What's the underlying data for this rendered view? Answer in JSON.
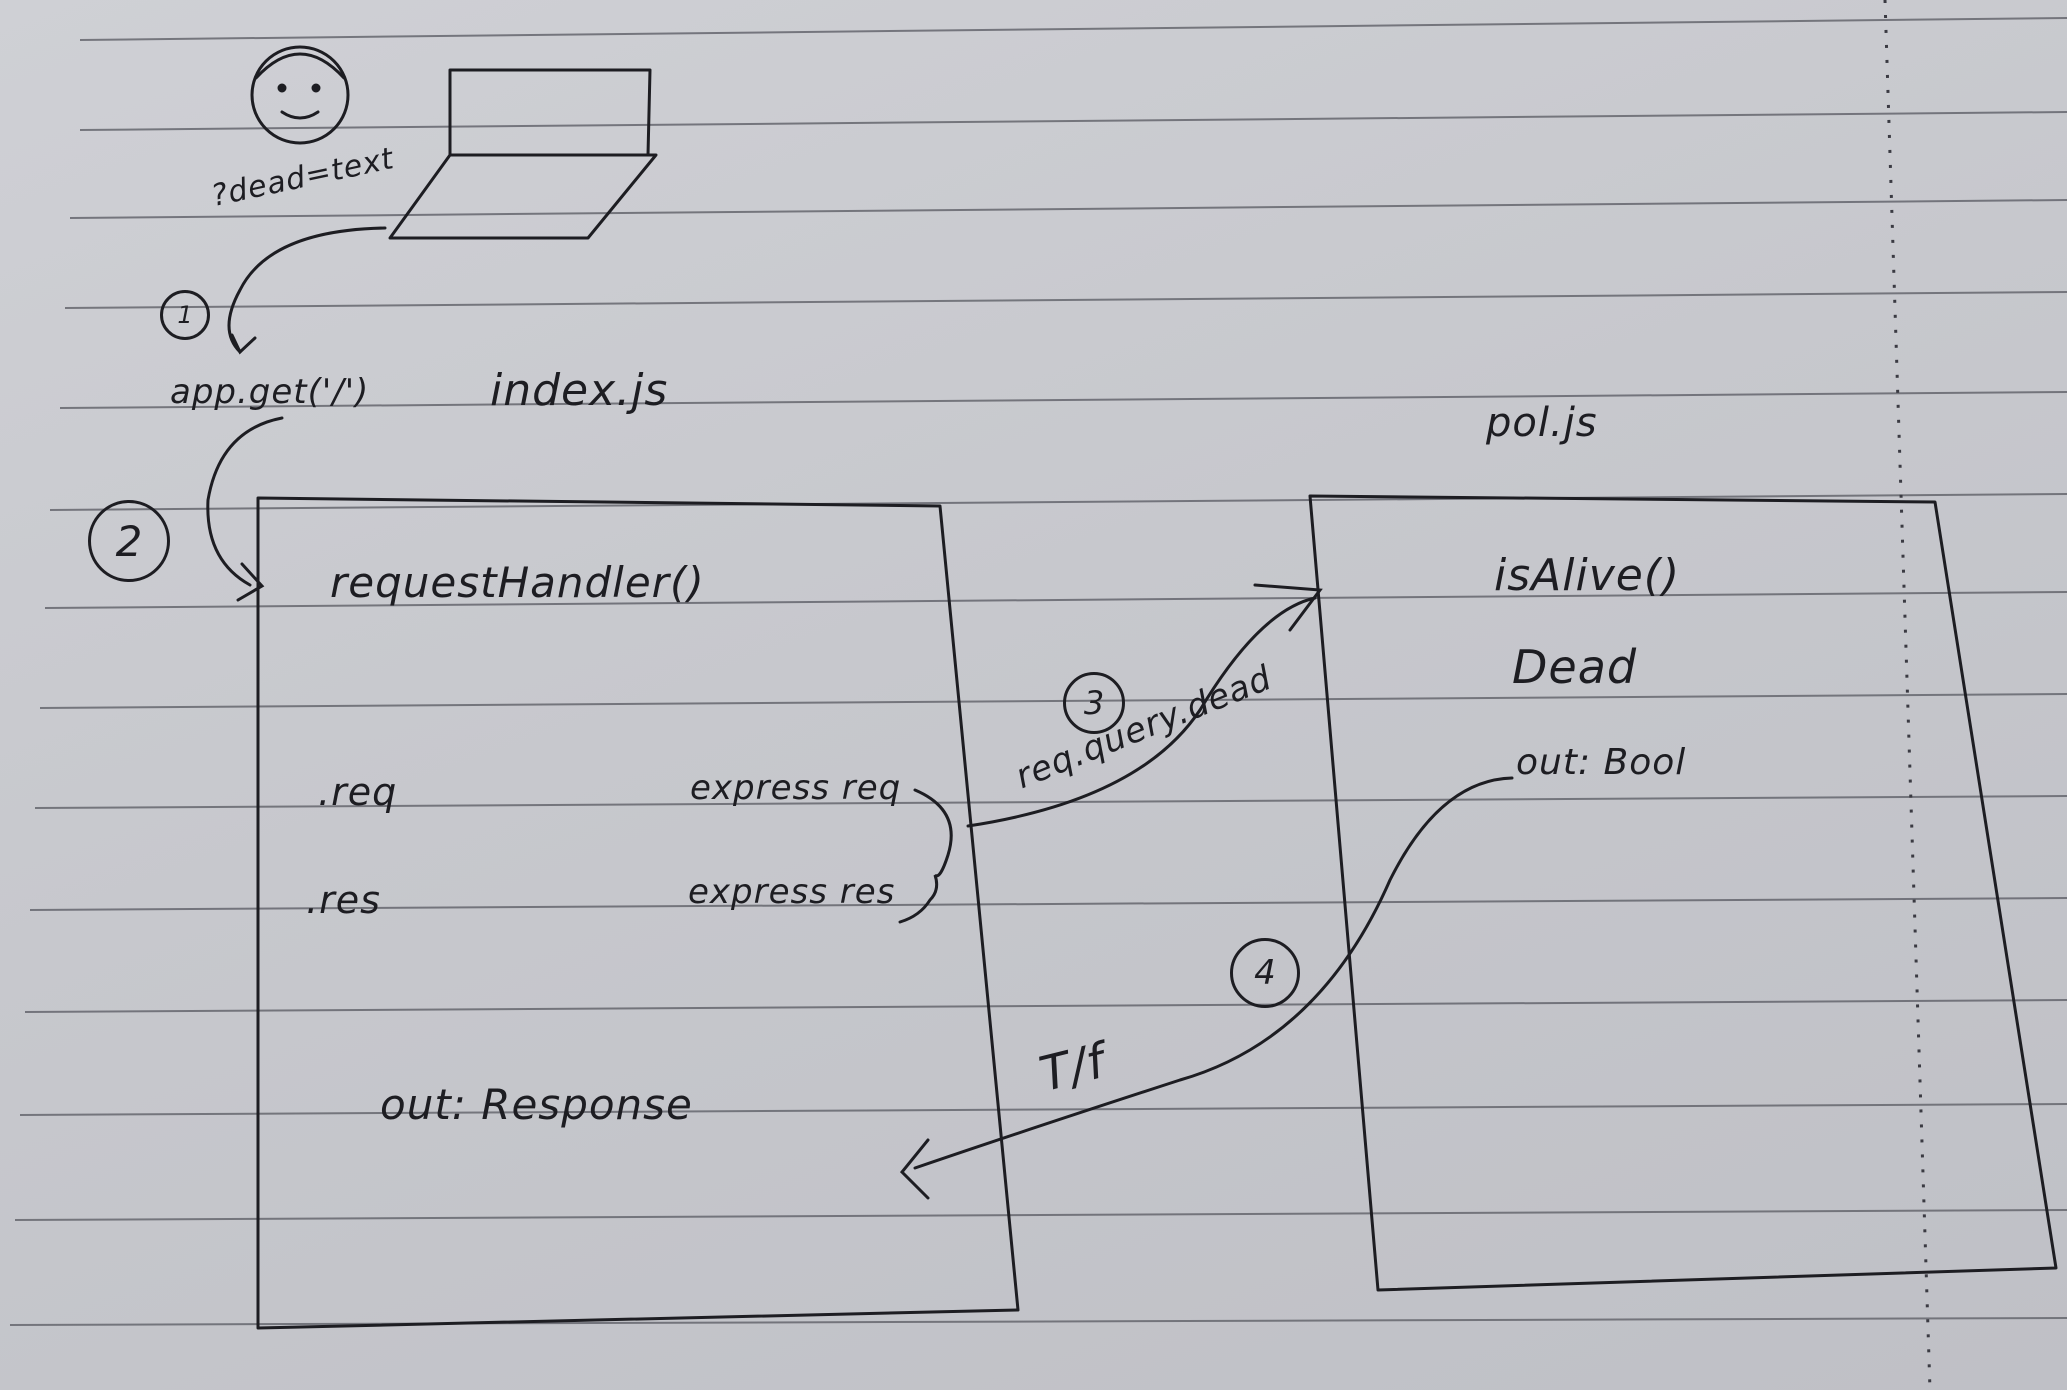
{
  "colors": {
    "paper": "#c9cacf",
    "ink": "#1d1d22",
    "rule": "#5f6068"
  },
  "browser": {
    "query_label": "?dead=text"
  },
  "steps": {
    "one": "1",
    "two": "2",
    "three": "3",
    "four": "4"
  },
  "route": {
    "call": "app.get('/')"
  },
  "index_file": {
    "filename": "index.js",
    "function": "requestHandler()",
    "params": [
      ".req",
      ".res"
    ],
    "express_types": [
      "express req",
      "express res"
    ],
    "output": "out: Response"
  },
  "pol_file": {
    "filename": "pol.js",
    "function": "isAlive()",
    "param": "Dead",
    "output": "out: Bool"
  },
  "arrows": {
    "call_label": "req.query.dead",
    "return_label": "T/f"
  }
}
